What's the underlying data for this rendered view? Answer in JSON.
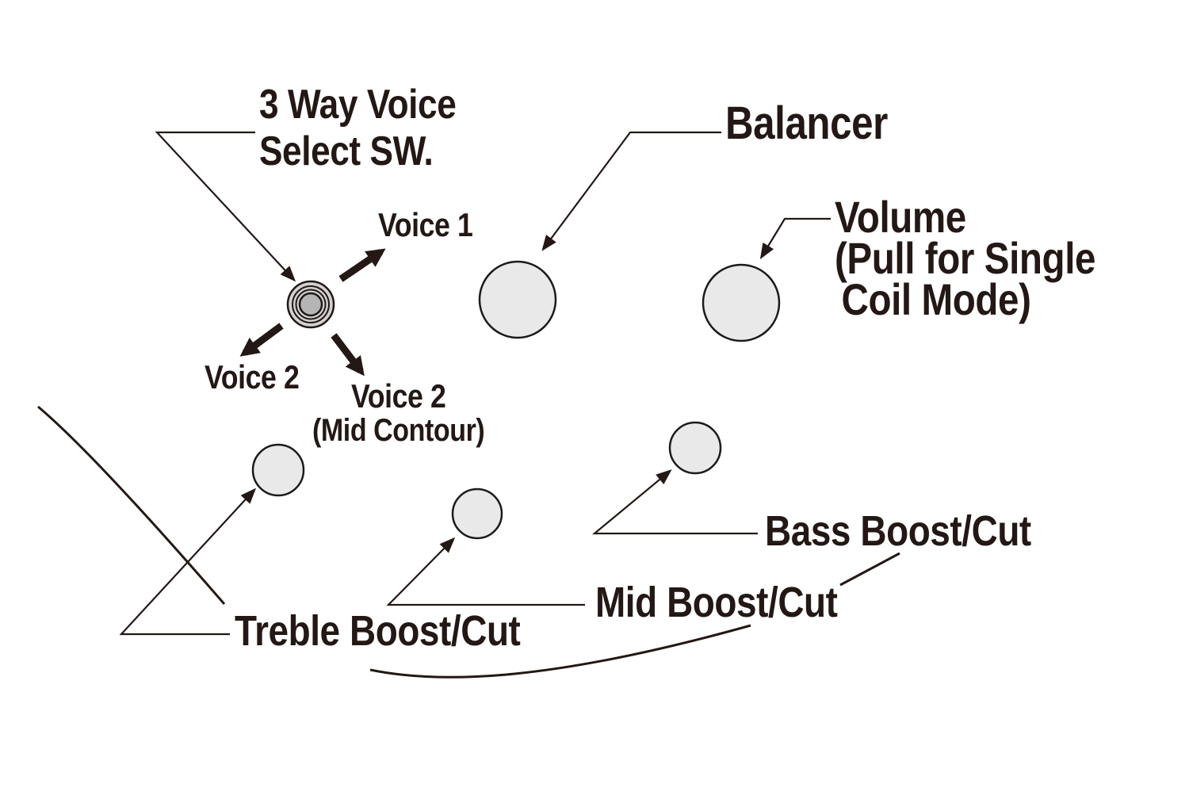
{
  "labels": {
    "voice_select_switch": {
      "line1": "3 Way Voice",
      "line2": "Select SW."
    },
    "voice1": "Voice 1",
    "voice2": "Voice 2",
    "voice2_mid": "Voice 2",
    "voice2_mid_sub": "(Mid Contour)",
    "balancer": "Balancer",
    "volume": {
      "line1": "Volume",
      "line2": "(Pull for Single",
      "line3": "Coil Mode)"
    },
    "bass_boost_cut": "Bass Boost/Cut",
    "mid_boost_cut": "Mid Boost/Cut",
    "treble_boost_cut": "Treble Boost/Cut"
  },
  "colors": {
    "text": "#231815",
    "line": "#231815",
    "knob-fill": "#e9e9e9",
    "knob-stroke": "#1b1b1b",
    "switch-ring-fill": "#d2d2d2",
    "switch-center-fill": "#b5b5b5",
    "background": "#ffffff"
  }
}
